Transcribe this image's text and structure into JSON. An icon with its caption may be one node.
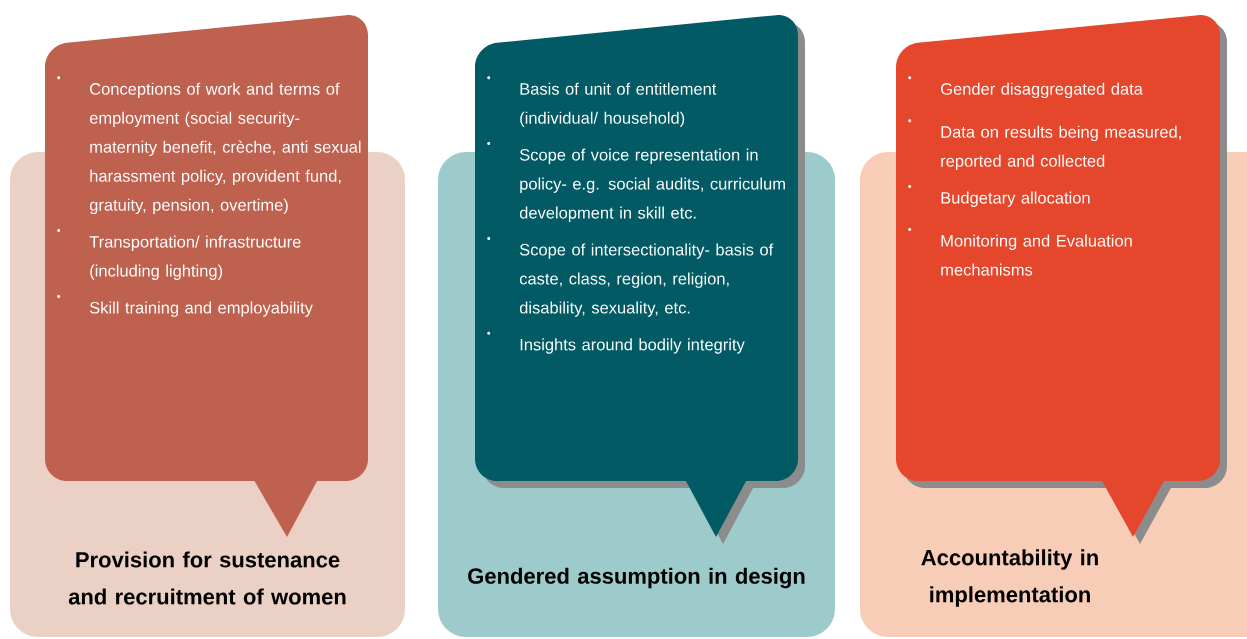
{
  "diagram": {
    "nodes": [
      {
        "text": [
          "Conceptions of work and terms of employment (social security- maternity benefit, crèche, anti sexual harassment policy, provident fund, gratuity, pension, overtime)",
          "Transportation/ infrastructure (including lighting)",
          "Skill training and employability"
        ]
      },
      {
        "text": [
          "Provision for sustenance and recruitment of women"
        ]
      },
      {
        "text": [
          "Basis of unit of entitlement (individual/ household)",
          "Scope of voice representation in policy- e.g. social audits, curriculum development in skill etc.",
          "Scope of intersectionality- basis of caste, class, region, religion, disability, sexuality, etc.",
          "Insights around bodily integrity"
        ]
      },
      {
        "text": [
          "Gendered assumption in design"
        ]
      },
      {
        "text": [
          "Gender disaggregated data",
          "Data on results being measured, reported and collected",
          "Budgetary allocation",
          "Monitoring and Evaluation mechanisms"
        ]
      },
      {
        "text": [
          "Accountability in implementation"
        ]
      }
    ]
  }
}
